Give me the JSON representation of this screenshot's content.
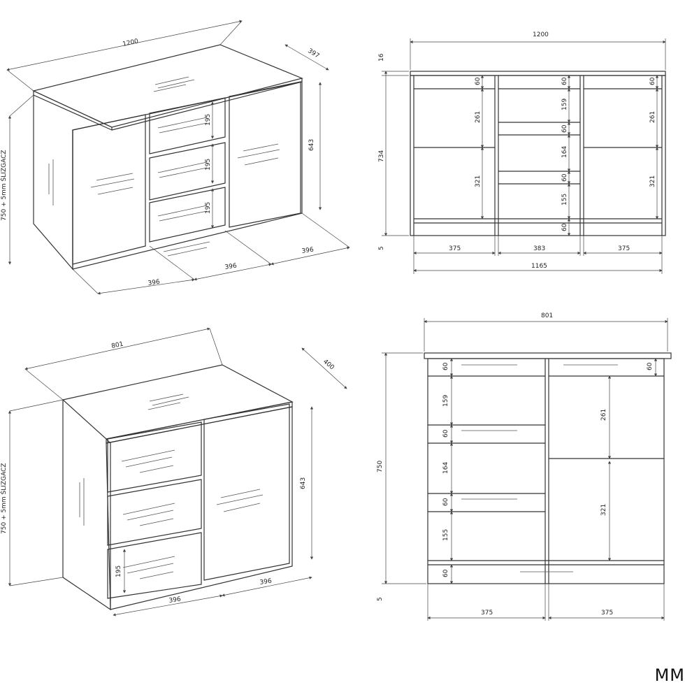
{
  "brand": "MM",
  "view_a": {
    "width": "1200",
    "depth": "397",
    "height_label": "750 + 5mm ŚLIZGACZ",
    "front_height": "643",
    "drawer_h": [
      "195",
      "195",
      "195"
    ],
    "bottom": [
      "396",
      "396",
      "396"
    ]
  },
  "view_b": {
    "width": "1200",
    "top": "16",
    "body": "734",
    "foot": "5",
    "left": [
      "60",
      "261",
      "321"
    ],
    "mid": [
      "60",
      "159",
      "60",
      "164",
      "60",
      "155",
      "60"
    ],
    "right": [
      "60",
      "261",
      "321"
    ],
    "bottom": [
      "375",
      "383",
      "375"
    ],
    "total": "1165"
  },
  "view_c": {
    "width": "801",
    "depth": "400",
    "height_label": "750 + 5mm ŚLIZGACZ",
    "front_height": "643",
    "drawer_h": "195",
    "bottom": [
      "396",
      "396"
    ]
  },
  "view_d": {
    "width": "801",
    "height": "750",
    "foot": "5",
    "left": [
      "60",
      "159",
      "60",
      "164",
      "60",
      "155",
      "60"
    ],
    "right": [
      "60",
      "261",
      "321"
    ],
    "bottom": [
      "375",
      "375"
    ]
  }
}
